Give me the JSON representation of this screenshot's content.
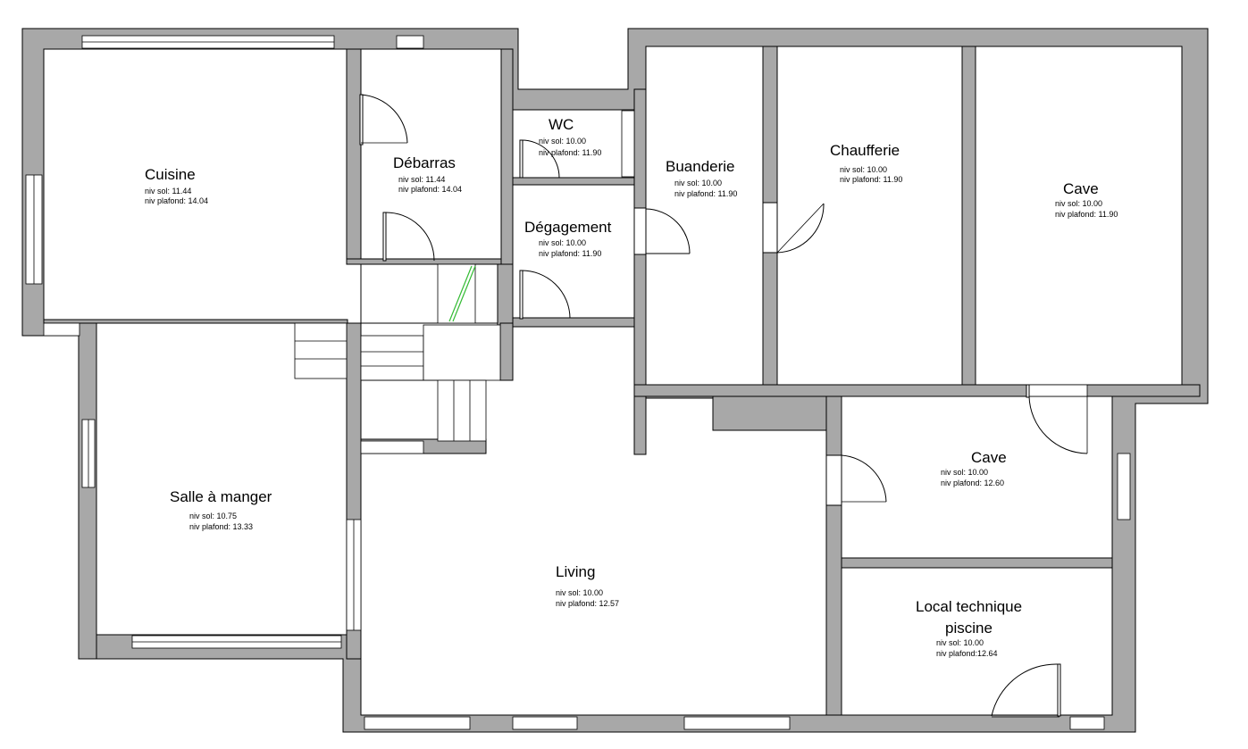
{
  "rooms": [
    {
      "id": "cuisine",
      "name": "Cuisine",
      "sol": "niv sol: 11.44",
      "plafond": "niv plafond: 14.04"
    },
    {
      "id": "debarras",
      "name": "Débarras",
      "sol": "niv sol: 11.44",
      "plafond": "niv plafond: 14.04"
    },
    {
      "id": "wc",
      "name": "WC",
      "sol": "niv sol: 10.00",
      "plafond": "niv plafond: 11.90"
    },
    {
      "id": "degagement",
      "name": "Dégagement",
      "sol": "niv sol: 10.00",
      "plafond": "niv plafond: 11.90"
    },
    {
      "id": "buanderie",
      "name": "Buanderie",
      "sol": "niv sol: 10.00",
      "plafond": "niv plafond: 11.90"
    },
    {
      "id": "chaufferie",
      "name": "Chaufferie",
      "sol": "niv sol: 10.00",
      "plafond": "niv plafond: 11.90"
    },
    {
      "id": "cave-1",
      "name": "Cave",
      "sol": "niv sol: 10.00",
      "plafond": "niv plafond: 11.90"
    },
    {
      "id": "cave-2",
      "name": "Cave",
      "sol": "niv sol: 10.00",
      "plafond": "niv plafond: 12.60"
    },
    {
      "id": "salle-a-manger",
      "name": "Salle à manger",
      "sol": "niv sol: 10.75",
      "plafond": "niv plafond: 13.33"
    },
    {
      "id": "living",
      "name": "Living",
      "sol": "niv sol: 10.00",
      "plafond": "niv plafond: 12.57"
    },
    {
      "id": "local-technique",
      "name": "Local technique",
      "name2": "piscine",
      "sol": "niv sol: 10.00",
      "plafond": "niv plafond:12.64"
    }
  ]
}
